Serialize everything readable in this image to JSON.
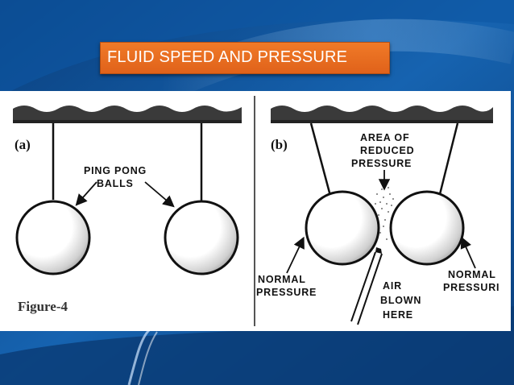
{
  "slide": {
    "title": "FLUID SPEED AND PRESSURE",
    "colors": {
      "background": "#0b4a8c",
      "title_box": "#ec7024",
      "title_text": "#ffffff",
      "figure_bg": "#ffffff",
      "ink": "#111111"
    }
  },
  "figure": {
    "panel_a": {
      "label": "(a)",
      "annotation_line1": "PING PONG",
      "annotation_line2": "BALLS"
    },
    "panel_b": {
      "label": "(b)",
      "top_line1": "AREA OF",
      "top_line2": "REDUCED",
      "top_line3": "PRESSURE",
      "left_line1": "NORMAL",
      "left_line2": "PRESSURE",
      "right_line1": "NORMAL",
      "right_line2": "PRESSURI",
      "bottom_line1": "AIR",
      "bottom_line2": "BLOWN",
      "bottom_line3": "HERE"
    },
    "caption": "Figure-4"
  }
}
